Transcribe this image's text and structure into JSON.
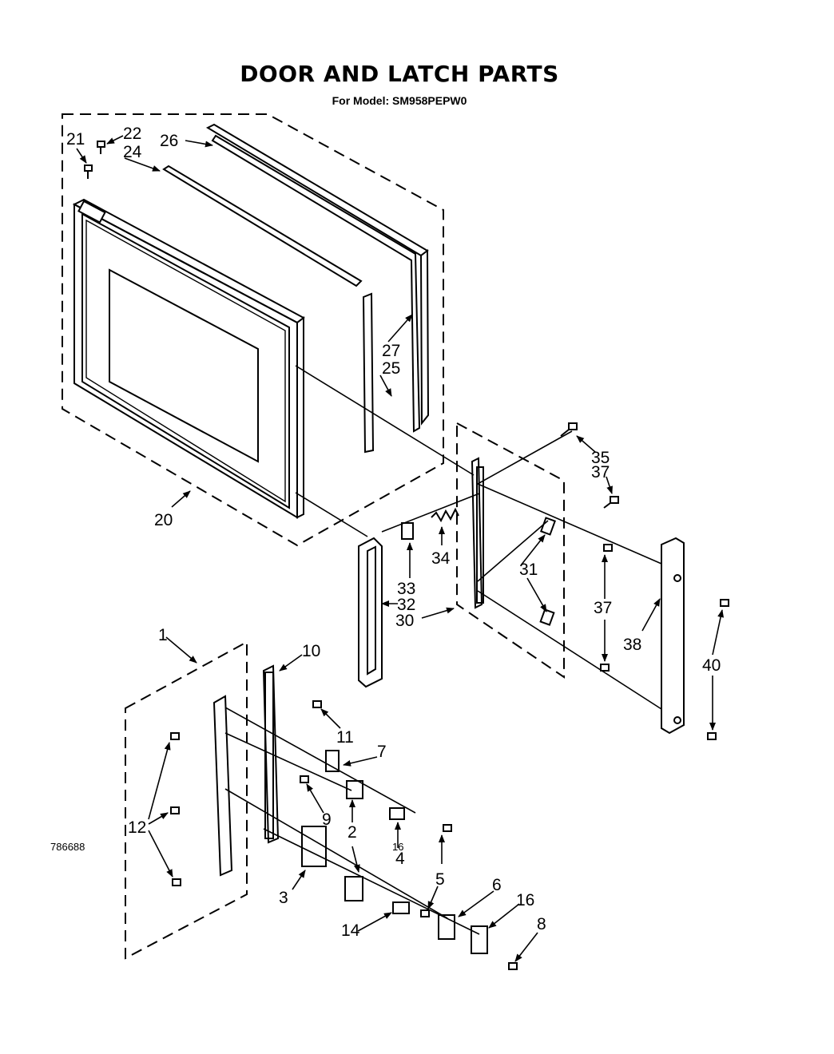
{
  "header": {
    "title": "DOOR AND LATCH PARTS",
    "subtitle": "For Model: SM958PEPW0"
  },
  "footer": {
    "doc_number": "786688",
    "page_number": "16"
  },
  "callouts": {
    "c1": "1",
    "c2": "2",
    "c3": "3",
    "c4": "4",
    "c5": "5",
    "c6": "6",
    "c7": "7",
    "c8": "8",
    "c9": "9",
    "c10": "10",
    "c11": "11",
    "c12": "12",
    "c14": "14",
    "c16": "16",
    "c20": "20",
    "c21": "21",
    "c22": "22",
    "c24": "24",
    "c25": "25",
    "c26": "26",
    "c27": "27",
    "c30": "30",
    "c31": "31",
    "c32": "32",
    "c33": "33",
    "c34": "34",
    "c35": "35",
    "c37a": "37",
    "c37b": "37",
    "c38": "38",
    "c40": "40"
  }
}
